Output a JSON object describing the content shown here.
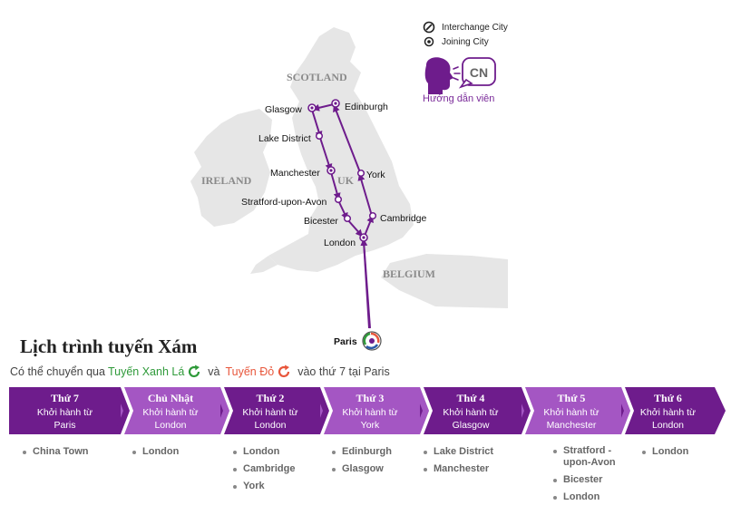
{
  "legend": {
    "interchange_label": "Interchange City",
    "joining_label": "Joining City"
  },
  "guide": {
    "badge": "CN",
    "label": "Hướng dẫn viên"
  },
  "map": {
    "regions": {
      "scotland": "SCOTLAND",
      "ireland": "IRELAND",
      "uk": "UK",
      "belgium": "BELGIUM"
    },
    "cities": {
      "glasgow": "Glasgow",
      "edinburgh": "Edinburgh",
      "lake_district": "Lake District",
      "manchester": "Manchester",
      "york": "York",
      "stratford": "Stratford-upon-Avon",
      "bicester": "Bicester",
      "cambridge": "Cambridge",
      "london": "London",
      "paris": "Paris"
    },
    "route_color": "#6e1c8c"
  },
  "title": "Lịch trình tuyến Xám",
  "subtitle": {
    "prefix": "Có thể chuyển qua",
    "green_route": "Tuyến Xanh Lá",
    "and": "và",
    "red_route": "Tuyến Đỏ",
    "suffix": "vào thứ 7 tại Paris"
  },
  "colors": {
    "dark_purple": "#6e1c8c",
    "light_purple": "#a456c3",
    "green": "#2f9a3a",
    "red": "#e8573c"
  },
  "schedule": [
    {
      "day": "Thứ 7",
      "depart": "Khởi hành từ",
      "city": "Paris",
      "stops": [
        "China Town"
      ]
    },
    {
      "day": "Chủ Nhật",
      "depart": "Khởi hành từ",
      "city": "London",
      "stops": [
        "London"
      ]
    },
    {
      "day": "Thứ 2",
      "depart": "Khởi hành từ",
      "city": "London",
      "stops": [
        "London",
        "Cambridge",
        "York"
      ]
    },
    {
      "day": "Thứ 3",
      "depart": "Khởi hành từ",
      "city": "York",
      "stops": [
        "Edinburgh",
        "Glasgow"
      ]
    },
    {
      "day": "Thứ 4",
      "depart": "Khởi hành từ",
      "city": "Glasgow",
      "stops": [
        "Lake District",
        "Manchester"
      ]
    },
    {
      "day": "Thứ 5",
      "depart": "Khởi hành từ",
      "city": "Manchester",
      "stops": [
        "Stratford -upon-Avon",
        "Bicester",
        "London"
      ]
    },
    {
      "day": "Thứ 6",
      "depart": "Khởi hành từ",
      "city": "London",
      "stops": [
        "London"
      ]
    }
  ]
}
